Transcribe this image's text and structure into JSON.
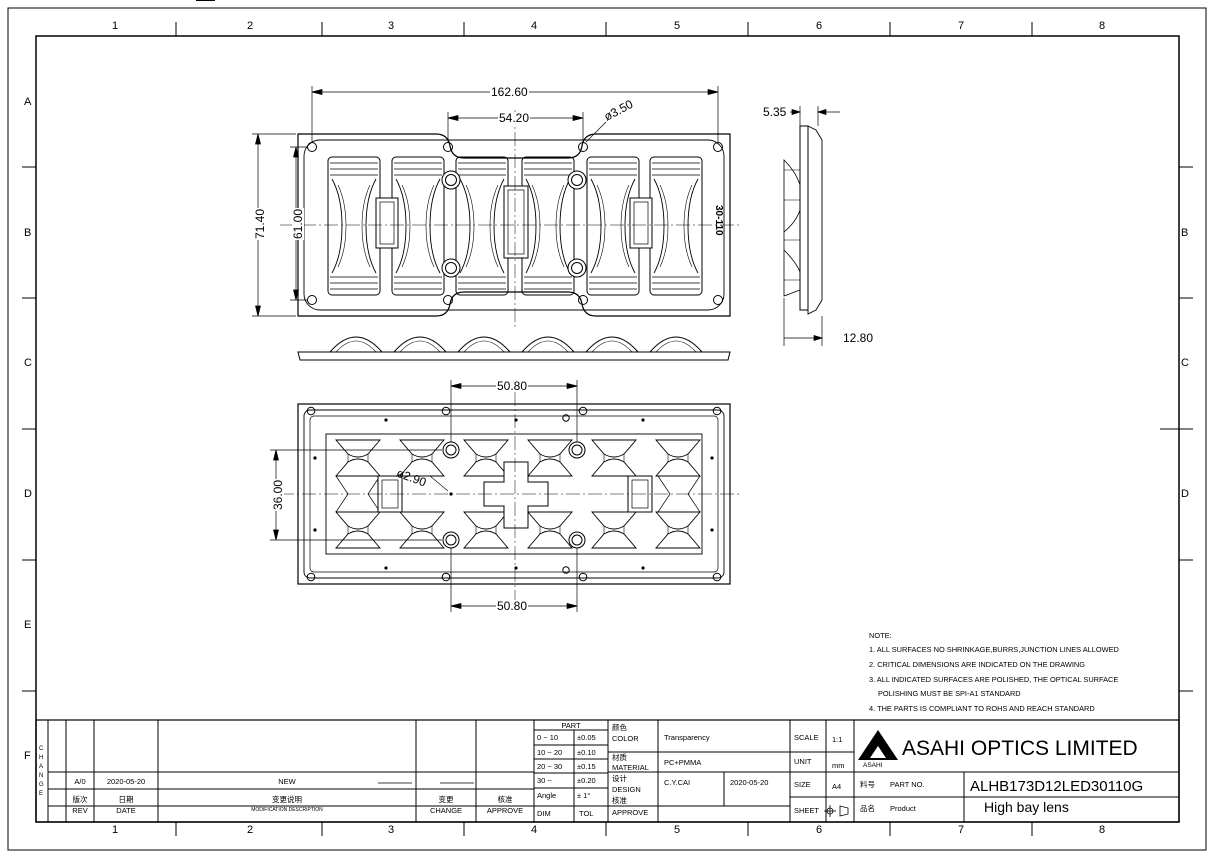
{
  "grid": {
    "columns": [
      "1",
      "2",
      "3",
      "4",
      "5",
      "6",
      "7",
      "8"
    ],
    "rows": [
      "A",
      "B",
      "C",
      "D",
      "E",
      "F"
    ]
  },
  "dimensions": {
    "overall_length": "162.60",
    "hole_pitch_top": "54.20",
    "hole_diameter": "ø3.50",
    "overall_width": "71.40",
    "hole_span_vertical": "61.00",
    "side_thickness": "5.35",
    "side_total_height": "12.80",
    "bottom_pitch_top": "50.80",
    "bottom_pitch_bottom": "50.80",
    "bottom_height": "36.00",
    "small_hole": "ø2.90",
    "part_marking": "30-110"
  },
  "notes": {
    "title": "NOTE:",
    "items": [
      "1. ALL SURFACES NO SHRINKAGE,BURRS,JUNCTION LINES ALLOWED",
      "2. CRITICAL DIMENSIONS ARE INDICATED ON THE DRAWING",
      "3. ALL INDICATED SURFACES ARE POLISHED, THE OPTICAL SURFACE",
      "POLISHING MUST BE SPI-A1 STANDARD",
      "4. THE PARTS IS COMPLIANT TO ROHS AND REACH STANDARD"
    ]
  },
  "title_block": {
    "change_label": [
      "C",
      "H",
      "A",
      "N",
      "G",
      "E"
    ],
    "revision": {
      "rev": "A/0",
      "date": "2020-05-20",
      "description": "NEW"
    },
    "header": {
      "rev_cn": "版次",
      "rev_en": "REV",
      "date_cn": "日期",
      "date_en": "DATE",
      "desc_cn": "变更说明",
      "desc_en": "MODIFICATION DESCRIPTION",
      "change_cn": "变更",
      "change_en": "CHANGE",
      "approve_cn": "核准",
      "approve_en": "APPROVE"
    },
    "tolerance": {
      "title": "PART",
      "rows": [
        {
          "range": "0 ~ 10",
          "tol": "±0.05"
        },
        {
          "range": "10 ~ 20",
          "tol": "±0.10"
        },
        {
          "range": "20 ~ 30",
          "tol": "±0.15"
        },
        {
          "range": "30 ~",
          "tol": "±0.20"
        },
        {
          "range": "Angle",
          "tol": "± 1°"
        }
      ],
      "footer_left": "DIM",
      "footer_right": "TOL"
    },
    "info": {
      "color_cn": "颜色",
      "color_en": "COLOR",
      "color_value": "Transparency",
      "material_cn": "材质",
      "material_en": "MATERIAL",
      "material_value": "PC+PMMA",
      "design_cn": "设计",
      "design_en": "DESIGN",
      "designer": "C.Y.CAI",
      "design_date": "2020-05-20",
      "approve_cn": "核准",
      "approve_en": "APPROVE"
    },
    "scale_block": {
      "scale_label": "SCALE",
      "scale_value": "1:1",
      "unit_label": "UNIT",
      "unit_value": "mm",
      "size_label": "SIZE",
      "size_value": "A4",
      "sheet_label": "SHEET"
    },
    "company": {
      "name": "ASAHI OPTICS LIMITED",
      "logo_text": "ASAHI",
      "part_no_cn": "料号",
      "part_no_en": "PART NO.",
      "part_no": "ALHB173D12LED30110G",
      "product_cn": "品名",
      "product_en": "Product",
      "product_name": "High bay lens"
    }
  }
}
